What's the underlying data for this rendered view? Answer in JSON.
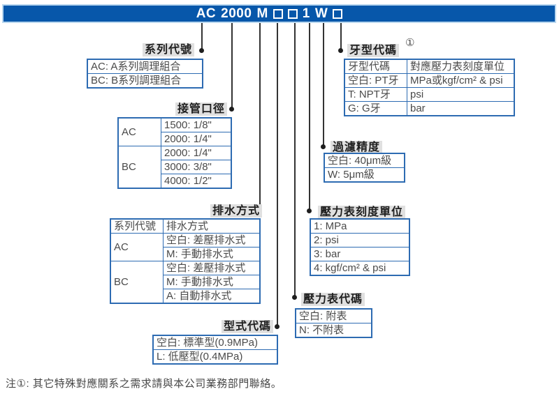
{
  "header": {
    "model_display": "AC 2000 M □ □ 1 W □",
    "segments": [
      "AC",
      "2000",
      "M",
      "□",
      "□",
      "1",
      "W",
      "□"
    ]
  },
  "colors": {
    "header_bg": "#0757aa",
    "header_border": "#b9d7ef",
    "table_border": "#2d6bb2",
    "label_bg": "#e0e0e0"
  },
  "sections": {
    "series_code": {
      "label": "系列代號",
      "rows": [
        "AC: A系列調理組合",
        "BC: B系列調理組合"
      ]
    },
    "port_size": {
      "label": "接管口徑",
      "groups": [
        {
          "name": "AC",
          "options": [
            "1500: 1/8\"",
            "2000: 1/4\""
          ]
        },
        {
          "name": "BC",
          "options": [
            "2000: 1/4\"",
            "3000: 3/8\"",
            "4000: 1/2\""
          ]
        }
      ]
    },
    "drain_type": {
      "label": "排水方式",
      "header": [
        "系列代號",
        "排水方式"
      ],
      "groups": [
        {
          "name": "AC",
          "options": [
            "空白: 差壓排水式",
            "M: 手動排水式"
          ]
        },
        {
          "name": "BC",
          "options": [
            "空白: 差壓排水式",
            "M: 手動排水式",
            "A: 自動排水式"
          ]
        }
      ]
    },
    "type_code": {
      "label": "型式代碼",
      "rows": [
        "空白: 標準型(0.9MPa)",
        "L: 低壓型(0.4MPa)"
      ]
    },
    "thread_code": {
      "label": "牙型代碼",
      "footnote_ref": "①",
      "header": [
        "牙型代碼",
        "對應壓力表刻度單位"
      ],
      "rows": [
        [
          "空白: PT牙",
          "MPa或kgf/cm² & psi"
        ],
        [
          "T: NPT牙",
          "psi"
        ],
        [
          "G: G牙",
          "bar"
        ]
      ]
    },
    "filtration": {
      "label": "過濾精度",
      "rows": [
        "空白: 40μm級",
        "W: 5μm級"
      ]
    },
    "gauge_unit": {
      "label": "壓力表刻度單位",
      "rows": [
        "1: MPa",
        "2: psi",
        "3: bar",
        "4: kgf/cm² & psi"
      ]
    },
    "gauge_code": {
      "label": "壓力表代碼",
      "rows": [
        "空白: 附表",
        "N: 不附表"
      ]
    }
  },
  "footnote": "注①: 其它特殊對應關系之需求請與本公司業務部門聯絡。"
}
